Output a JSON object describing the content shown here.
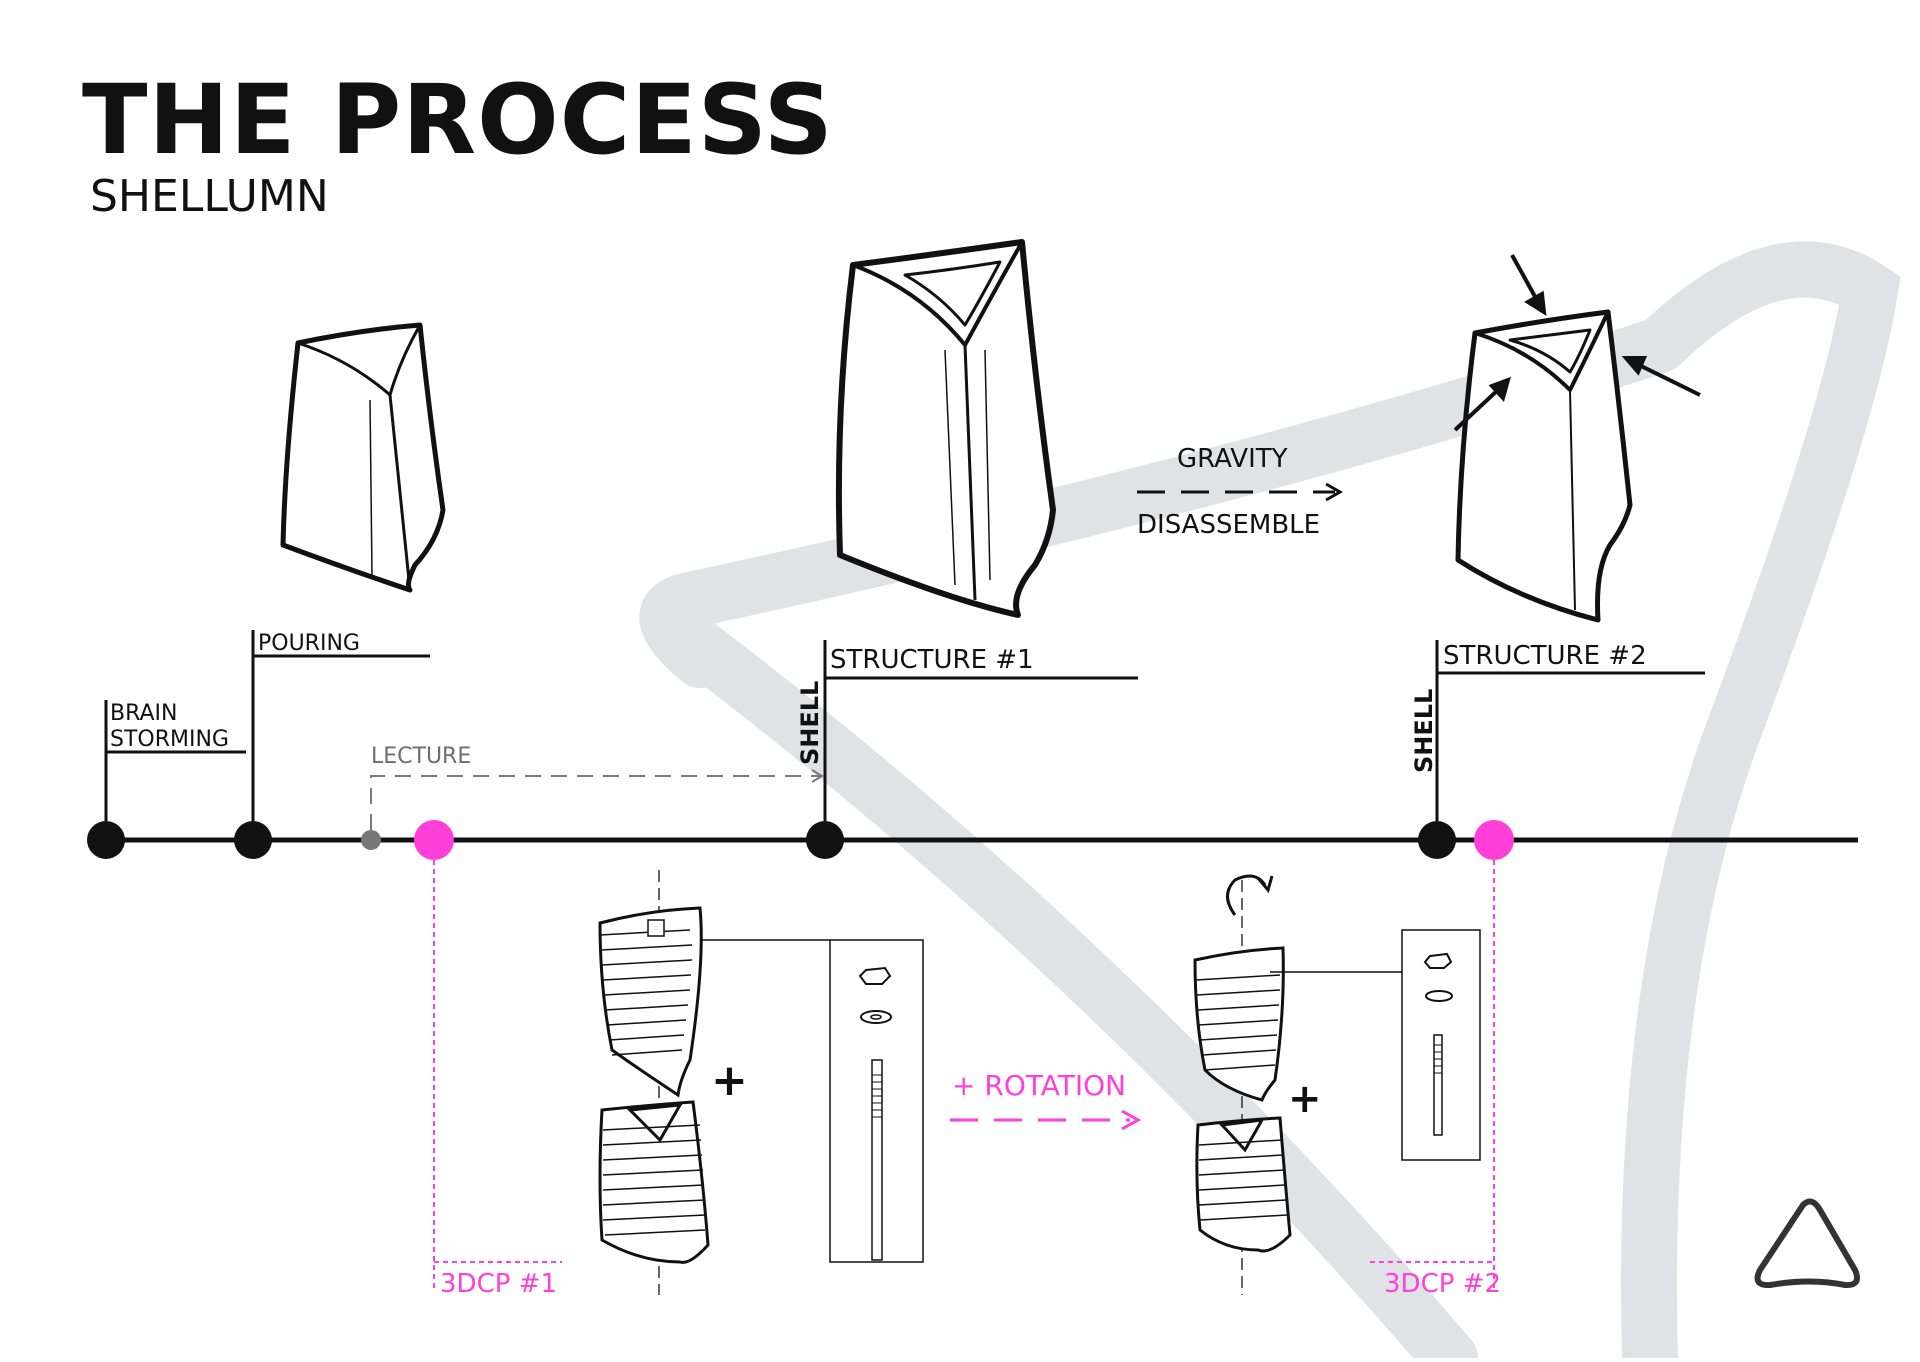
{
  "title": "THE PROCESS",
  "subtitle": "SHELLUMN",
  "timeline": {
    "brainstorming_line1": "BRAIN",
    "brainstorming_line2": "STORMING",
    "pouring": "POURING",
    "lecture": "LECTURE",
    "structure1": "STRUCTURE #1",
    "structure2": "STRUCTURE #2",
    "shell1": "SHELL",
    "shell2": "SHELL",
    "dcp1": "3DCP #1",
    "dcp2": "3DCP #2"
  },
  "annotations": {
    "gravity": "GRAVITY",
    "disassemble": "DISASSEMBLE",
    "rotation": "+ ROTATION",
    "plus1": "+",
    "plus2": "+"
  },
  "colors": {
    "accent_magenta": "#ff3fd8",
    "timeline_black": "#111111",
    "lecture_grey": "#7a7a7a",
    "background_swoosh": "#dfe3e6"
  },
  "icons": {
    "logo": "triangle-logo-icon",
    "rotation": "rotate-arrow-icon"
  }
}
